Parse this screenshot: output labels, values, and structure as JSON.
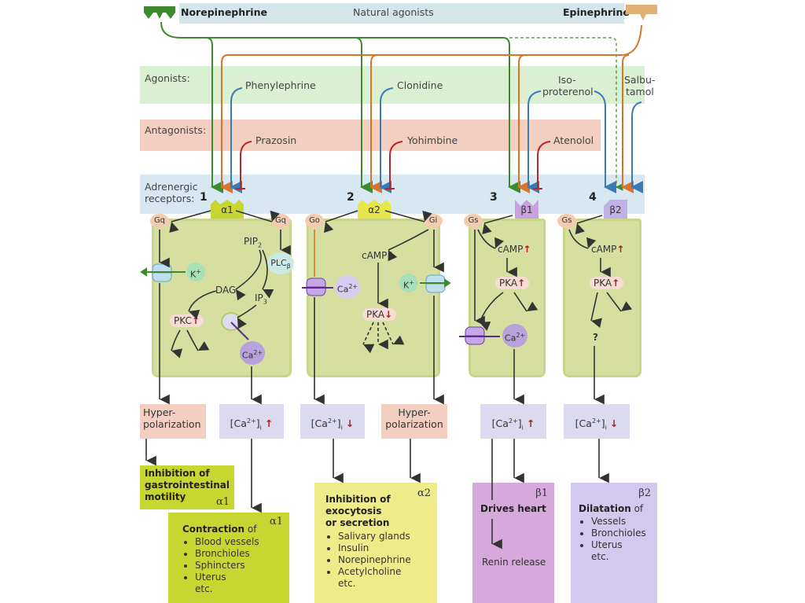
{
  "header": {
    "title": "Natural agonists",
    "left_agonist": "Norepinephrine",
    "right_agonist": "Epinephrine"
  },
  "colors": {
    "norepinephrine": "#3e8a2e",
    "epinephrine": "#d9742b",
    "agonist_drug": "#3b7bb5",
    "antagonist_drug": "#b8262c",
    "agonist_band": "#d9f0d3",
    "antagonist_band": "#f2cfc0",
    "receptor_band": "#d7e8f3",
    "header_band": "#d5e6ea"
  },
  "rows": {
    "agonists_label": "Agonists:",
    "antagonists_label": "Antagonists:",
    "receptors_label_1": "Adrenergic",
    "receptors_label_2": "receptors:"
  },
  "agonists": [
    {
      "name": "Phenylephrine"
    },
    {
      "name": "Clonidine"
    },
    {
      "name_line1": "Iso-",
      "name_line2": "proterenol"
    },
    {
      "name_line1": "Salbu-",
      "name_line2": "tamol"
    }
  ],
  "antagonists": [
    {
      "name": "Prazosin"
    },
    {
      "name": "Yohimbine"
    },
    {
      "name": "Atenolol"
    }
  ],
  "receptors": [
    {
      "number": "1",
      "type": "α1",
      "g_left": "Gq",
      "g_right": "Gq",
      "nodes": {
        "pip2": "PIP2",
        "plc": "PLCβ",
        "dag": "DAG",
        "ip3": "IP3",
        "pkc": "PKC",
        "k": "K+",
        "ca": "Ca2+"
      },
      "effects": [
        "Hyper-polarization",
        "[Ca2+]i ↑"
      ]
    },
    {
      "number": "2",
      "type": "α2",
      "g_left": "Go",
      "g_right": "Gi",
      "nodes": {
        "camp": "cAMP",
        "pka": "PKA",
        "k": "K+",
        "ca": "Ca2+"
      },
      "effects": [
        "[Ca2+]i ↓",
        "Hyper-polarization"
      ]
    },
    {
      "number": "3",
      "type": "β1",
      "g_left": "Gs",
      "nodes": {
        "camp": "cAMP",
        "pka": "PKA",
        "ca": "Ca2+"
      },
      "effects": [
        "[Ca2+]i ↑"
      ]
    },
    {
      "number": "4",
      "type": "β2",
      "g_left": "Gs",
      "nodes": {
        "camp": "cAMP",
        "pka": "PKA",
        "unknown": "?"
      },
      "effects": [
        "[Ca2+]i ↓"
      ]
    }
  ],
  "effects": {
    "hyper1_line1": "Hyper-",
    "hyper1_line2": "polarization",
    "ca_label": "[Ca",
    "ca_sup": "2+",
    "ca_close": "]",
    "ca_sub": "i",
    "up": "↑",
    "down": "↓"
  },
  "outcomes": {
    "gi_inhibition": {
      "title_lines": [
        "Inhibition of",
        "gastrointestinal",
        "motility"
      ],
      "tag": "α1"
    },
    "contraction": {
      "title_bold": "Contraction",
      "title_rest": " of",
      "items": [
        "Blood vessels",
        "Bronchioles",
        "Sphincters",
        "Uterus"
      ],
      "etc": "etc.",
      "tag": "α1"
    },
    "exocytosis": {
      "title_lines": [
        "Inhibition of",
        "exocytosis",
        "or secretion"
      ],
      "items": [
        "Salivary glands",
        "Insulin",
        "Norepinephrine",
        "Acetylcholine"
      ],
      "etc": "etc.",
      "tag": "α2"
    },
    "heart": {
      "title": "Drives heart",
      "sub": "Renin release",
      "tag": "β1"
    },
    "dilatation": {
      "title_bold": "Dilatation",
      "title_rest": " of",
      "items": [
        "Vessels",
        "Bronchioles",
        "Uterus"
      ],
      "etc": "etc.",
      "tag": "β2"
    }
  }
}
